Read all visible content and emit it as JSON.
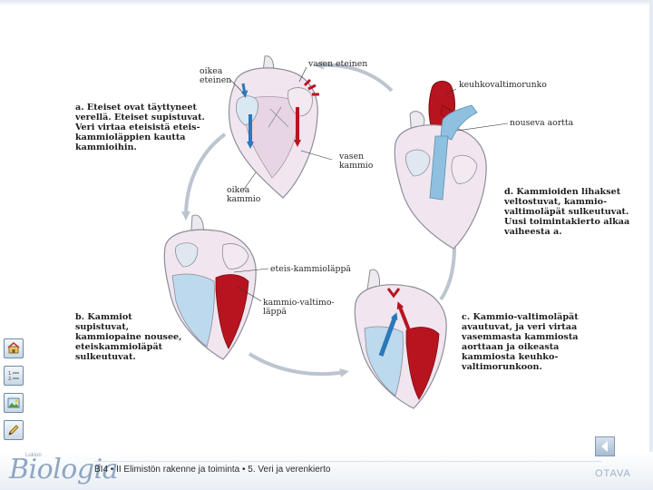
{
  "captions": {
    "a": [
      "a. Eteiset ovat täyttyneet",
      "verellä. Eteiset supistuvat.",
      "Veri virtaa eteisistä eteis-",
      "kammioläppien kautta",
      "kammioihin."
    ],
    "b": [
      "b. Kammiot",
      "supistuvat,",
      "kammiopaine nousee,",
      "eteiskammioläpät",
      "sulkeutuvat."
    ],
    "c": [
      "c. Kammio-valtimoläpät",
      "avautuvat, ja veri virtaa",
      "vasemmasta kammiosta",
      "aorttaan ja oikeasta",
      "kammiosta keuhko-",
      "valtimorunkoon."
    ],
    "d": [
      "d. Kammioiden lihakset",
      "veltostuvat, kammio-",
      "valtimoläpät sulkeutuvat.",
      "Uusi toimintakierto alkaa",
      "vaiheesta  a."
    ]
  },
  "labels": {
    "oikea_eteinen": [
      "oikea",
      "eteinen"
    ],
    "vasen_eteinen": "vasen eteinen",
    "vasen_kammio": [
      "vasen",
      "kammio"
    ],
    "oikea_kammio": [
      "oikea",
      "kammio"
    ],
    "keuhkovaltimorunko": "keuhkovaltimorunko",
    "nouseva_aortta": "nouseva aortta",
    "eteis_kammiolappa": "eteis-kammioläppä",
    "kammio_valtimolappa": [
      "kammio-valtimo-",
      "läppä"
    ]
  },
  "footer": {
    "logo_small": "Lukion",
    "logo": "Biologia",
    "text": "BI4 • II Elimistön rakenne ja toiminta • 5. Veri ja verenkierto",
    "publisher": "OTAVA"
  },
  "side_icons": [
    "home-icon",
    "list-icon",
    "image-icon",
    "pencil-icon"
  ],
  "colors": {
    "oxygenated": "#b8141f",
    "deoxygenated": "#8fc0e0",
    "heart_wall": "#efe3ec",
    "cycle_arrow": "#bcc5cf"
  }
}
